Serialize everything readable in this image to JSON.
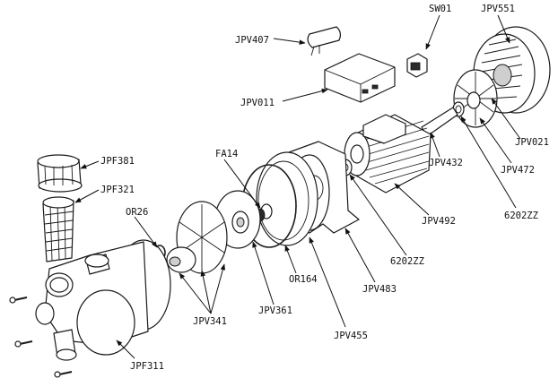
{
  "labels": {
    "sw01": "SW01",
    "jpv551": "JPV551",
    "jpv407": "JPV407",
    "jpv011": "JPV011",
    "jpv021": "JPV021",
    "jpv432": "JPV432",
    "jpv472": "JPV472",
    "bearing_right": "6202ZZ",
    "jpf381": "JPF381",
    "fa14": "FA14",
    "jpf321": "JPF321",
    "or26": "OR26",
    "jpv492": "JPV492",
    "bearing_left": "6202ZZ",
    "or164": "OR164",
    "jpv483": "JPV483",
    "jpv361": "JPV361",
    "jpv341": "JPV341",
    "jpv455": "JPV455",
    "jpf311": "JPF311"
  }
}
